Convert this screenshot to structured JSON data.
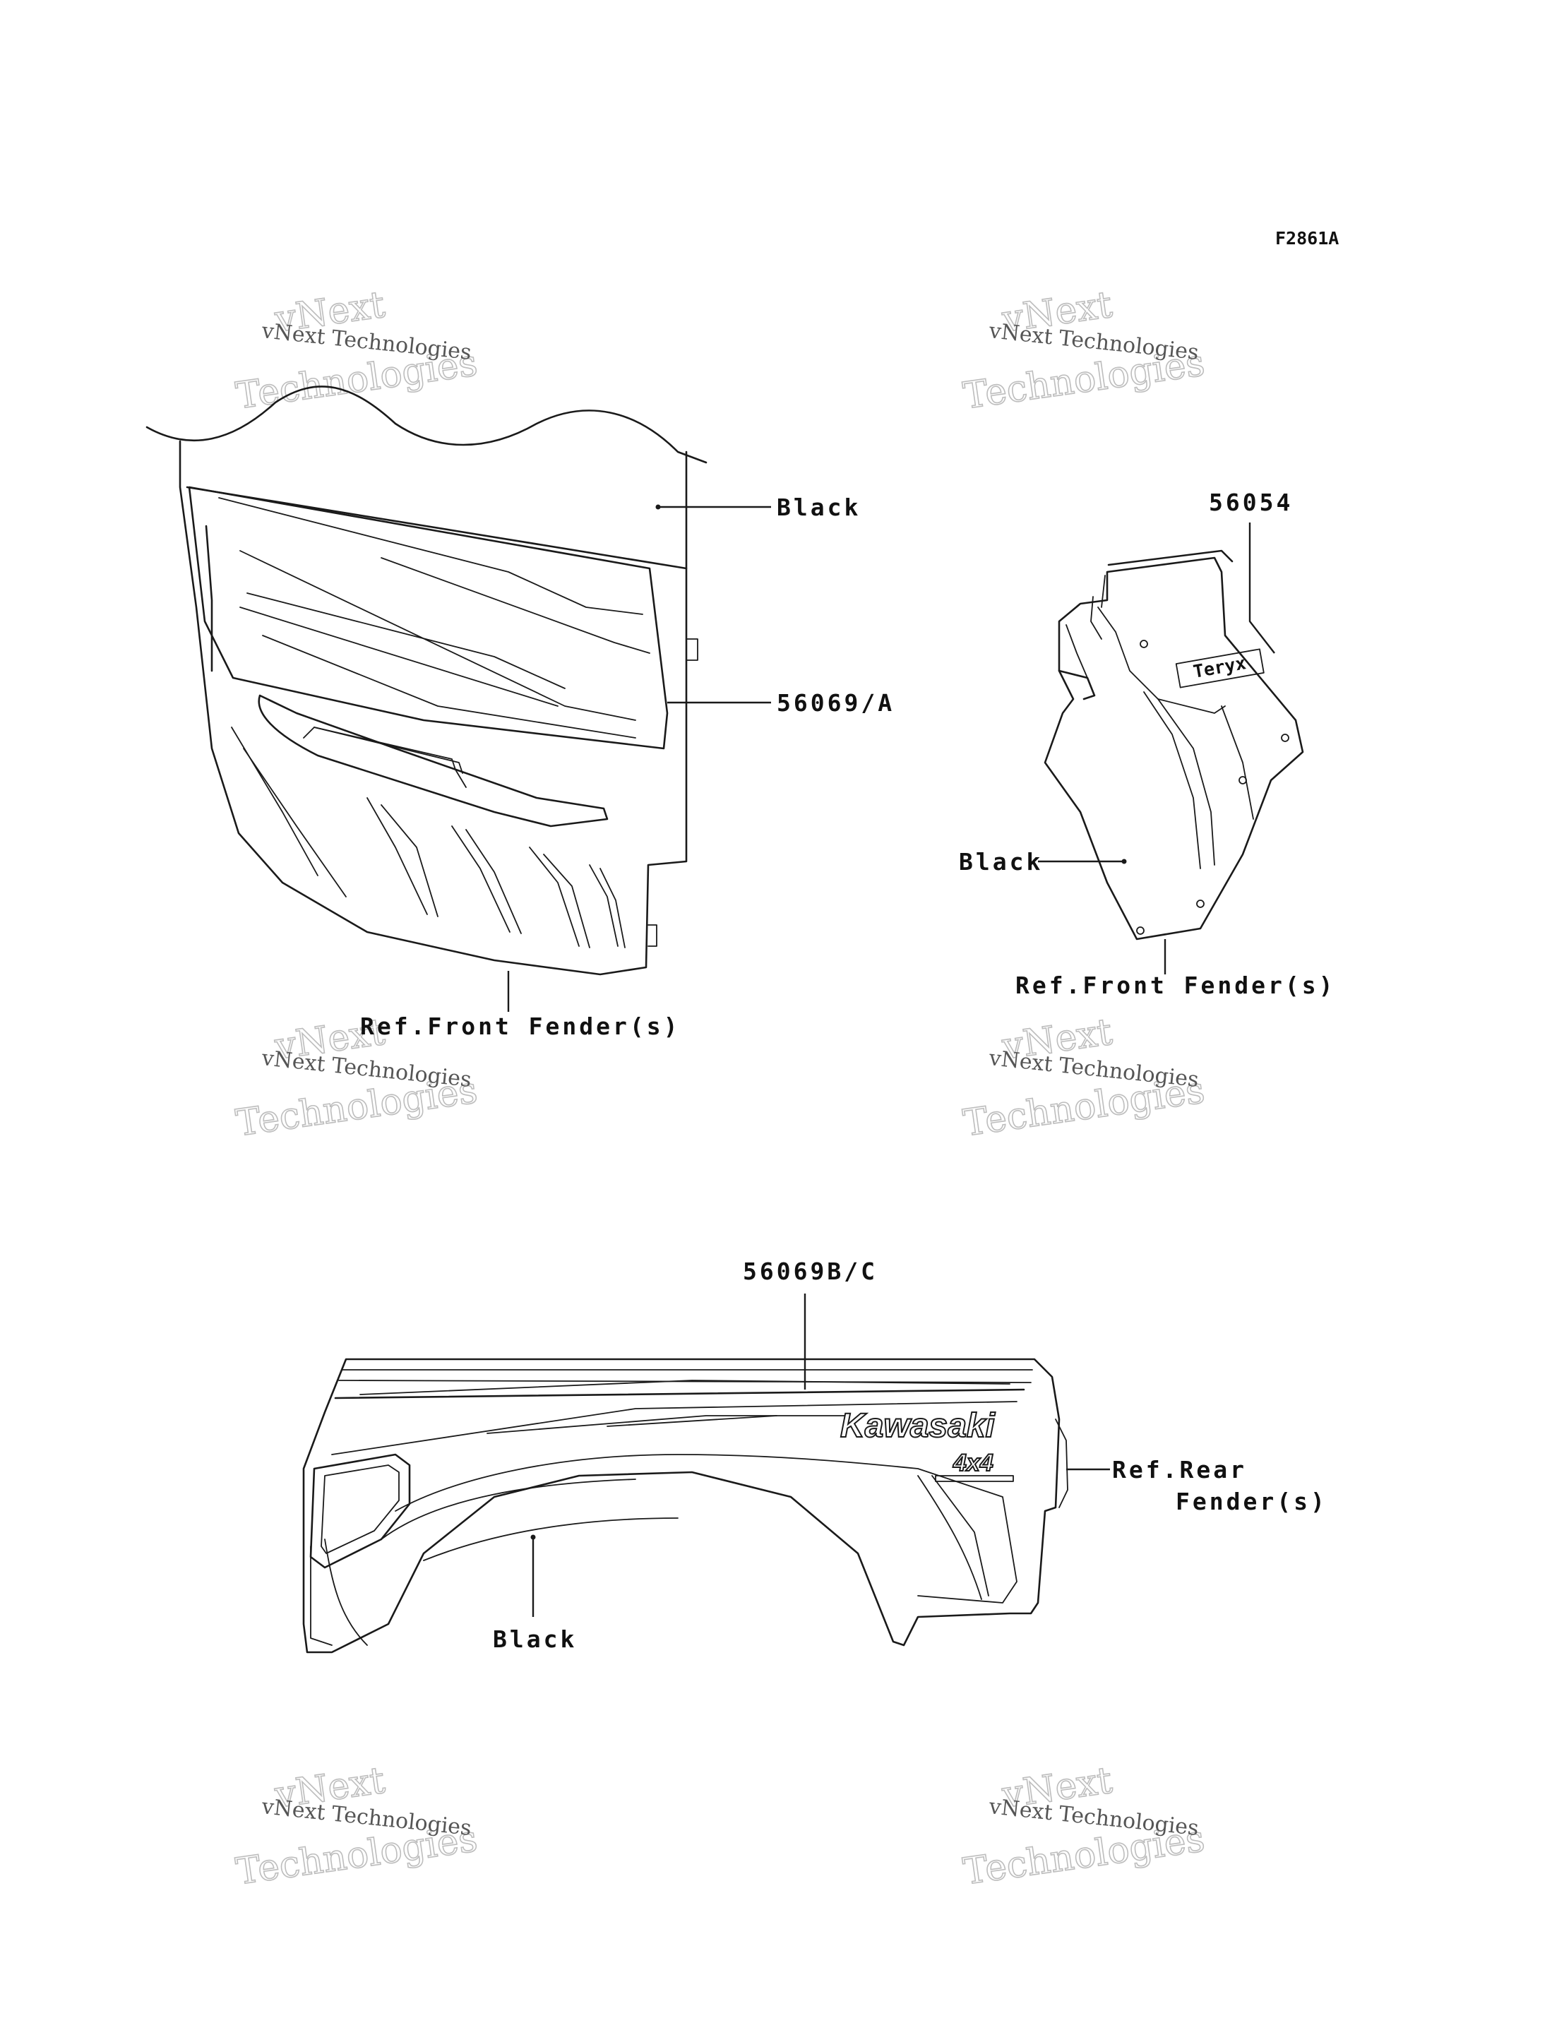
{
  "figure_code": "F2861A",
  "watermark": {
    "line_small": "vNext Technologies",
    "word_1": "vNext",
    "word_2": "Technologies"
  },
  "front_fender_left": {
    "label_black": "Black",
    "label_part": "56069/A",
    "label_ref": "Ref.Front Fender(s)"
  },
  "front_fender_right": {
    "label_part": "56054",
    "label_black": "Black",
    "label_ref": "Ref.Front Fender(s)",
    "decal_text": "Teryx"
  },
  "rear_fender": {
    "label_part": "56069B/C",
    "label_ref_line1": "Ref.Rear",
    "label_ref_line2": "Fender(s)",
    "label_black": "Black",
    "brand_text": "Kawasaki",
    "badge_text": "4x4"
  }
}
